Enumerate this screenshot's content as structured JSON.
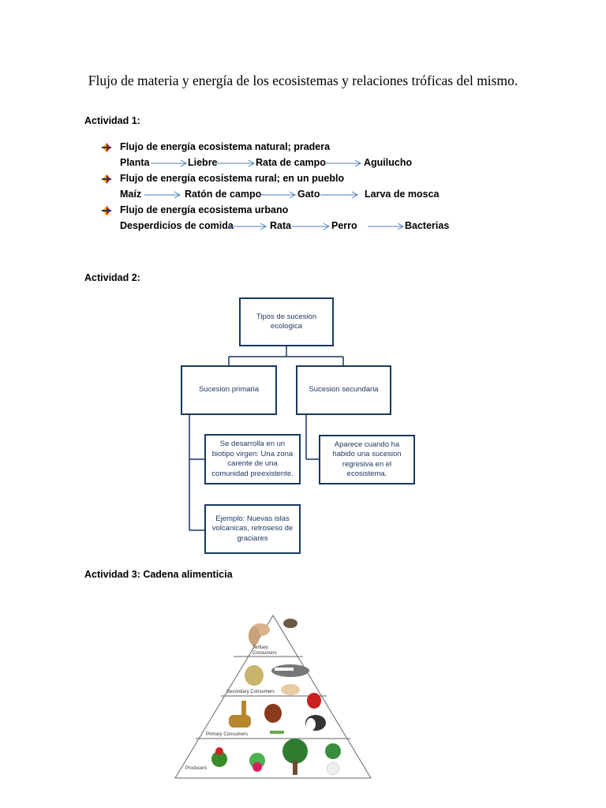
{
  "title": "Flujo de materia y energía de los ecosistemas y relaciones tróficas del mismo.",
  "act1": {
    "heading": "Actividad 1:",
    "items": [
      {
        "title": "Flujo de energía ecosistema natural; pradera",
        "chain": [
          "Planta",
          "Liebre",
          "Rata de campo",
          "Aguilucho"
        ]
      },
      {
        "title": "Flujo de energía ecosistema rural; en un pueblo",
        "chain": [
          "Maíz",
          "Ratón de campo",
          "Gato",
          "Larva de mosca"
        ]
      },
      {
        "title": "Flujo de energía ecosistema urbano",
        "chain": [
          "Desperdicios de comida",
          "Rata",
          "Perro",
          "Bacterias"
        ]
      }
    ]
  },
  "act2": {
    "heading": "Actividad 2:",
    "root": "Tipos de sucesion ecologica",
    "primary": "Sucesion primaria",
    "secondary": "Sucesion secundaria",
    "primary_desc": "Se desarrolla en un biotipo virgen: Una zona carente de una comunidad preexistente.",
    "primary_example": "Ejemplo: Nuevas islas volcanicas, retroseso de graciares",
    "secondary_desc": "Aparece cuando ha habido una sucesion regresiva en el ecosistema."
  },
  "act3": {
    "heading": "Actividad 3: Cadena alimenticia",
    "levels": [
      "Tertiary Consumers",
      "Secondary Consumers",
      "Primary Consumers",
      "Producers"
    ]
  }
}
